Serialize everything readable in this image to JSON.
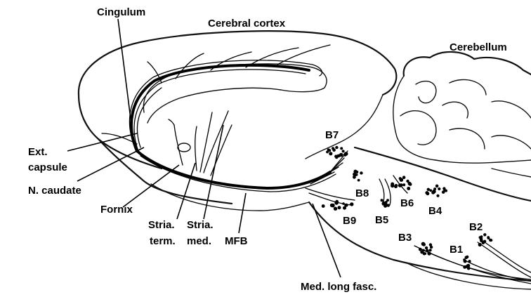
{
  "labels": {
    "cingulum": "Cingulum",
    "cerebral_cortex": "Cerebral cortex",
    "cerebellum": "Cerebellum",
    "ext_capsule_1": "Ext.",
    "ext_capsule_2": "capsule",
    "n_caudate": "N. caudate",
    "fornix": "Fornix",
    "stria_term_1": "Stria.",
    "stria_term_2": "term.",
    "stria_med_1": "Stria.",
    "stria_med_2": "med.",
    "mfb": "MFB",
    "med_long_fasc": "Med. long fasc.",
    "b1": "B1",
    "b2": "B2",
    "b3": "B3",
    "b4": "B4",
    "b5": "B5",
    "b6": "B6",
    "b7": "B7",
    "b8": "B8",
    "b9": "B9"
  }
}
